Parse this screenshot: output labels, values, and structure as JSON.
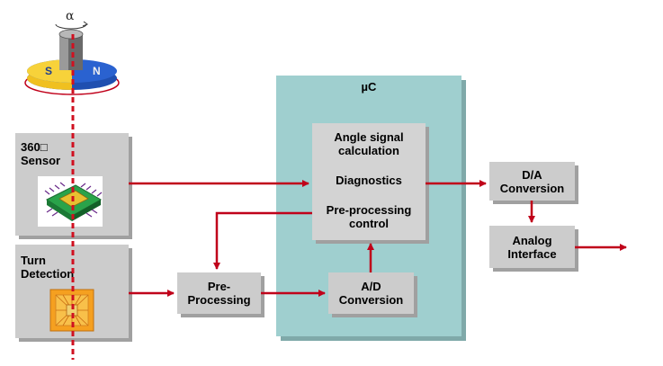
{
  "colors": {
    "arrow": "#c0001a",
    "block_fill": "#cccccc",
    "controller_fill": "#9fcfcf",
    "magnet_blue": "#1f4fb0",
    "magnet_yellow": "#f0c020"
  },
  "magnet": {
    "angle_symbol": "α",
    "south_label": "S",
    "north_label": "N"
  },
  "sensor_block": {
    "line1": "360□",
    "line2": "Sensor"
  },
  "turn_block": {
    "line1": "Turn",
    "line2": "Detection"
  },
  "controller": {
    "title": "µC",
    "core": {
      "line1": "Angle signal",
      "line2": "calculation",
      "line3": "Diagnostics",
      "line4": "Pre-processing",
      "line5": "control"
    },
    "adc": {
      "line1": "A/D",
      "line2": "Conversion"
    }
  },
  "preprocessing": {
    "line1": "Pre-",
    "line2": "Processing"
  },
  "dac": {
    "line1": "D/A",
    "line2": "Conversion"
  },
  "analog": {
    "line1": "Analog",
    "line2": "Interface"
  }
}
